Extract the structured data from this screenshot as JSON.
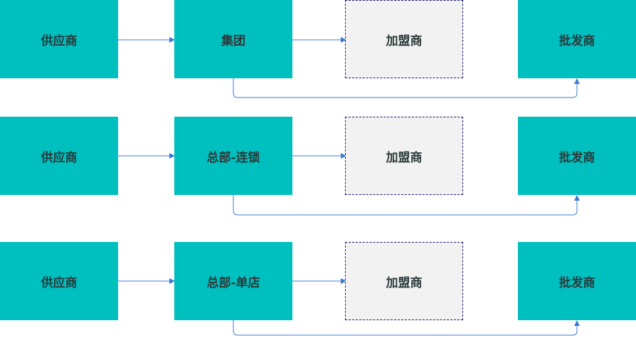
{
  "rows": [
    {
      "supplier": "供应商",
      "hq": "集团",
      "franchise": "加盟商",
      "wholesaler": "批发商"
    },
    {
      "supplier": "供应商",
      "hq": "总部-连锁",
      "franchise": "加盟商",
      "wholesaler": "批发商"
    },
    {
      "supplier": "供应商",
      "hq": "总部-单店",
      "franchise": "加盟商",
      "wholesaler": "批发商"
    }
  ],
  "colors": {
    "node_fill": "#00bfbf",
    "dashed_fill": "#f2f2f2",
    "dashed_border": "#1a1a6e",
    "arrow": "#3a7bd5"
  }
}
